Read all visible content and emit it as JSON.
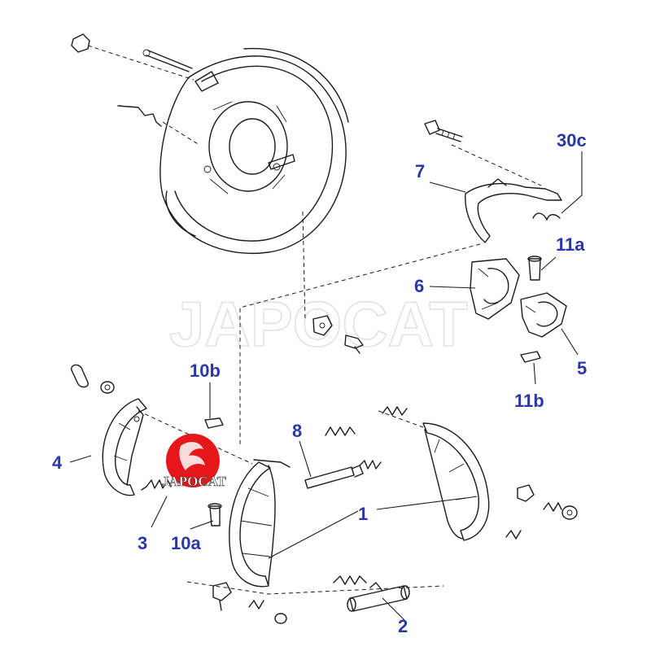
{
  "watermark": "JAPOCAT",
  "logo": {
    "text": "JAPOCAT",
    "color": "#e5171b"
  },
  "label_color": "#2b36a8",
  "labels": {
    "p1": "1",
    "p2": "2",
    "p3": "3",
    "p4": "4",
    "p5": "5",
    "p6": "6",
    "p7": "7",
    "p8": "8",
    "p10a": "10a",
    "p10b": "10b",
    "p11a": "11a",
    "p11b": "11b",
    "p30c": "30c"
  }
}
